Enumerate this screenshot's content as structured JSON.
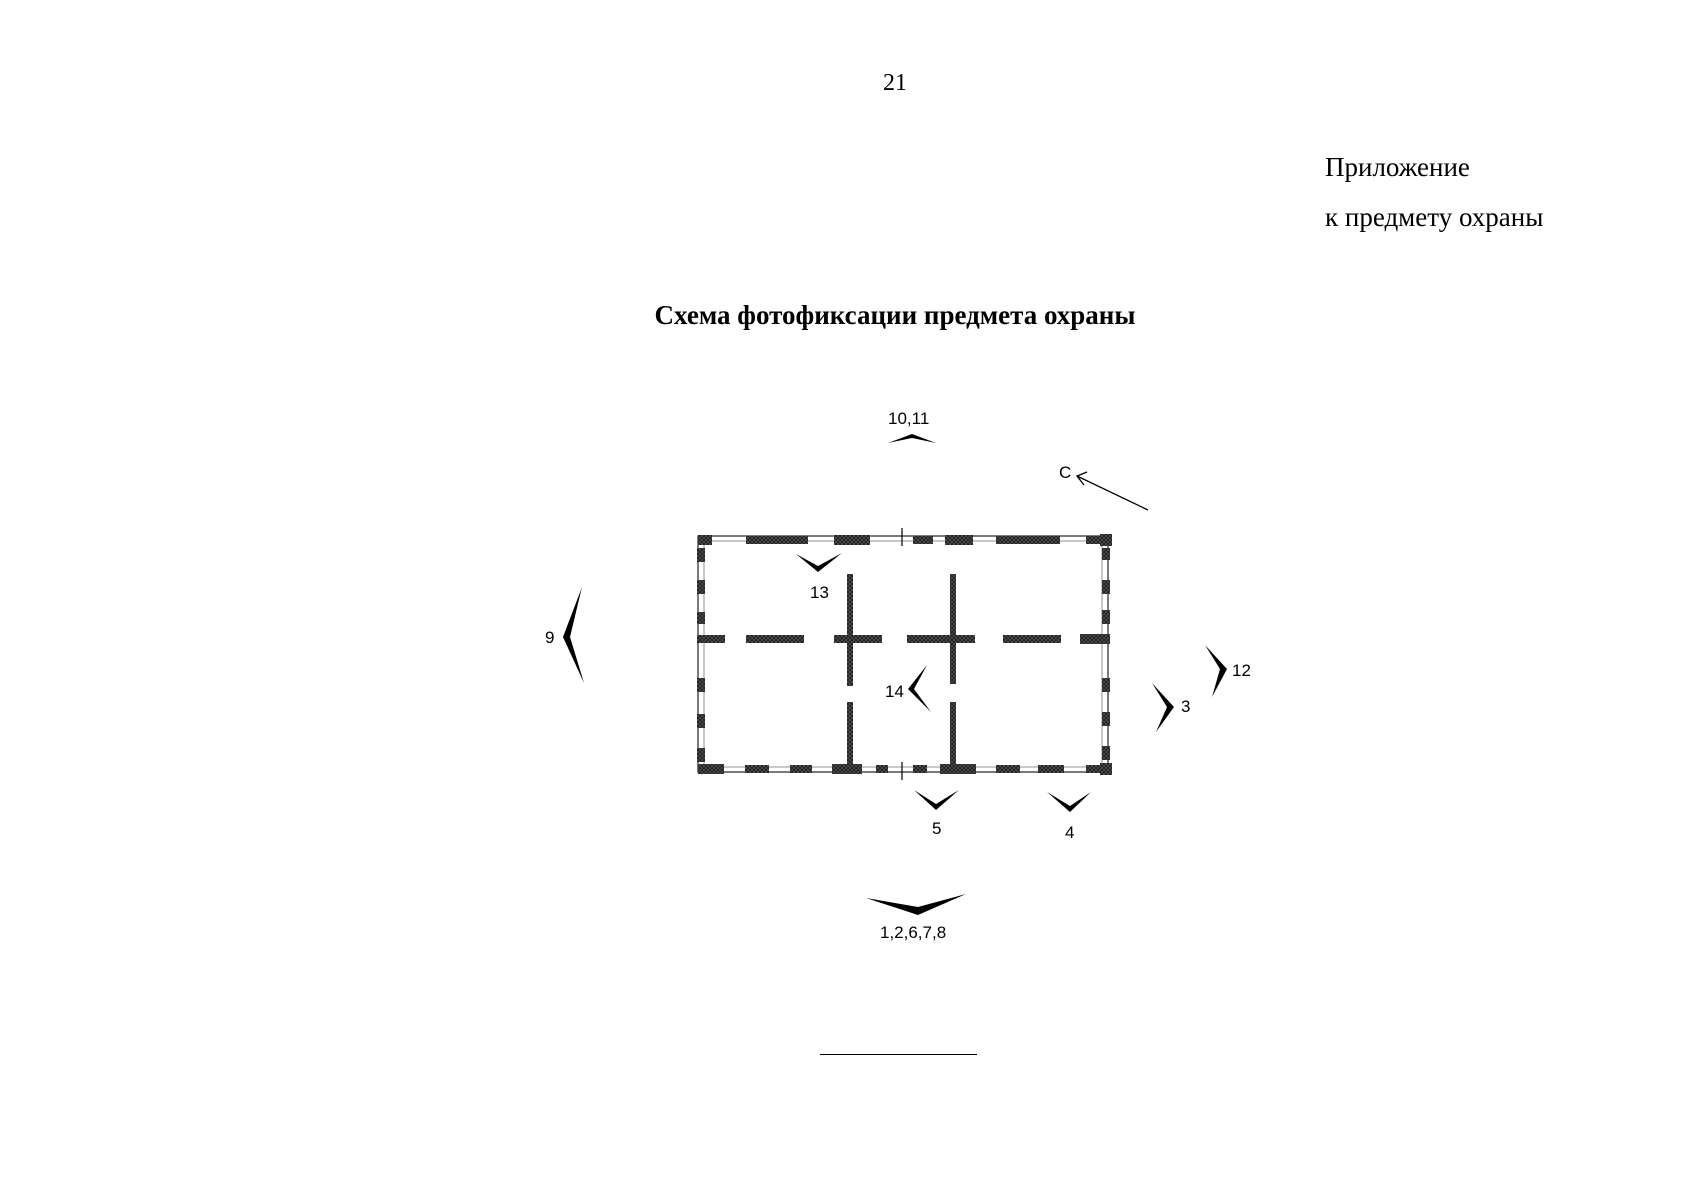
{
  "page": {
    "number": "21"
  },
  "appendix": {
    "line1": "Приложение",
    "line2": "к предмету охраны"
  },
  "title": "Схема фотофиксации предмета охраны",
  "scheme": {
    "north_label": "С",
    "view_markers": [
      {
        "id": "10-11",
        "label": "10,11"
      },
      {
        "id": "13",
        "label": "13"
      },
      {
        "id": "9",
        "label": "9"
      },
      {
        "id": "14",
        "label": "14"
      },
      {
        "id": "12",
        "label": "12"
      },
      {
        "id": "3",
        "label": "3"
      },
      {
        "id": "5",
        "label": "5"
      },
      {
        "id": "4",
        "label": "4"
      },
      {
        "id": "1-2-6-7-8",
        "label": "1,2,6,7,8"
      }
    ]
  }
}
